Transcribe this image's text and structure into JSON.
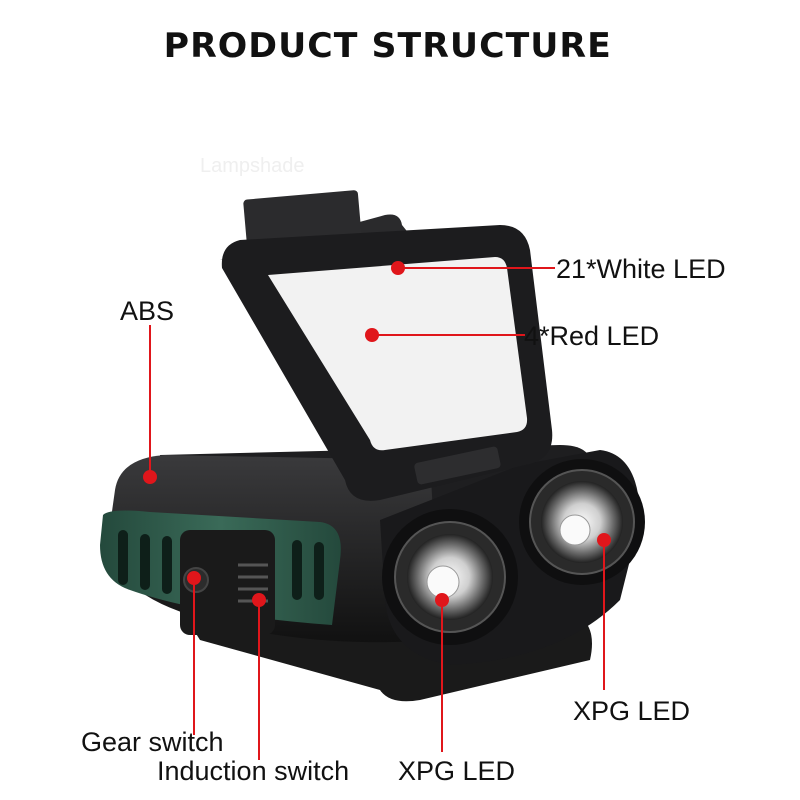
{
  "title": "PRODUCT STRUCTURE",
  "watermark": "Lampshade",
  "labels": {
    "white_led": "21*White LED",
    "red_led": "4*Red LED",
    "abs": "ABS",
    "xpg_right": "XPG LED",
    "gear_switch": "Gear switch",
    "induction_switch": "Induction switch",
    "xpg_bottom": "XPG LED"
  },
  "colors": {
    "callout": "#e0161b",
    "body": "#1c1c1e",
    "grip": "#2f5a4a",
    "panel": "#f2f2f2"
  }
}
